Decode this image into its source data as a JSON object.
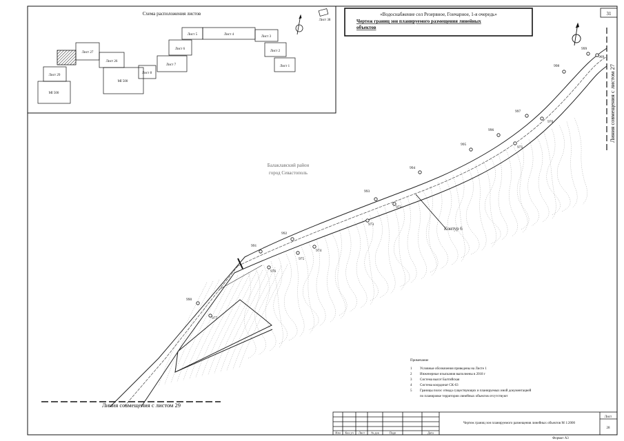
{
  "sheet_number": "31",
  "format_label": "Формат А3",
  "title_line_1": "«Водоснабжение сел Резервное, Гончарное, 1-я очередь»",
  "title_line_2": "Чертеж границ зон планируемого размещения линейных",
  "title_line_3": "объектов",
  "key_map": {
    "title": "Схема расположения листов",
    "sheets": [
      {
        "id": "sheet-5",
        "label": "Лист 5"
      },
      {
        "id": "sheet-4",
        "label": "Лист 4"
      },
      {
        "id": "sheet-3",
        "label": "Лист 3"
      },
      {
        "id": "sheet-6",
        "label": "Лист 6"
      },
      {
        "id": "sheet-2",
        "label": "Лист 2"
      },
      {
        "id": "sheet-27",
        "label": "Лист 27"
      },
      {
        "id": "sheet-7",
        "label": "Лист 7"
      },
      {
        "id": "sheet-1",
        "label": "Лист 1"
      },
      {
        "id": "sheet-26",
        "label": "Лист 26"
      },
      {
        "id": "sheet-8",
        "label": "Лист 8"
      },
      {
        "id": "sheet-29",
        "label": "Лист 29"
      },
      {
        "id": "mi500-a",
        "label": "МI 500"
      },
      {
        "id": "mi500-b",
        "label": "МI 500"
      },
      {
        "id": "sheet-38",
        "label": "Лист 38"
      }
    ]
  },
  "district_line_1": "Балаклавский район",
  "district_line_2": "город Севастополь",
  "contour_label": "Контур 6",
  "match_line_right": "Линия совмещения с листом 27",
  "match_line_bottom": "Линия совмещения с листом 29",
  "points_top": [
    "999",
    "998",
    "997",
    "996",
    "995",
    "994",
    "993",
    "992",
    "991",
    "990"
  ],
  "points_bottom": [
    "970",
    "971",
    "972",
    "973",
    "974",
    "975",
    "976",
    "977",
    "969"
  ],
  "notes": {
    "heading": "Примечание",
    "items": [
      {
        "n": "1",
        "text": "Условные обозначения приведены на Листе 1"
      },
      {
        "n": "2",
        "text": "Инженерные изыскания выполнены в 2018 г"
      },
      {
        "n": "3",
        "text": "Система высот Балтийская"
      },
      {
        "n": "4",
        "text": "Система координат СК-63"
      },
      {
        "n": "5",
        "text": "Границы полос отвода существующих и планируемых иной документацией"
      },
      {
        "n": "",
        "text": "по планировке территории линейных объектов отсутствуют"
      }
    ]
  },
  "stamp": {
    "description": "Чертеж границ зон планируемого размещения линейных объектов М 1:2000",
    "sheet_header": "Лист",
    "sheet_value": "28",
    "cols": [
      "Изм",
      "Кол.уч",
      "Лист",
      "№ док",
      "Подп",
      "Дата"
    ]
  }
}
